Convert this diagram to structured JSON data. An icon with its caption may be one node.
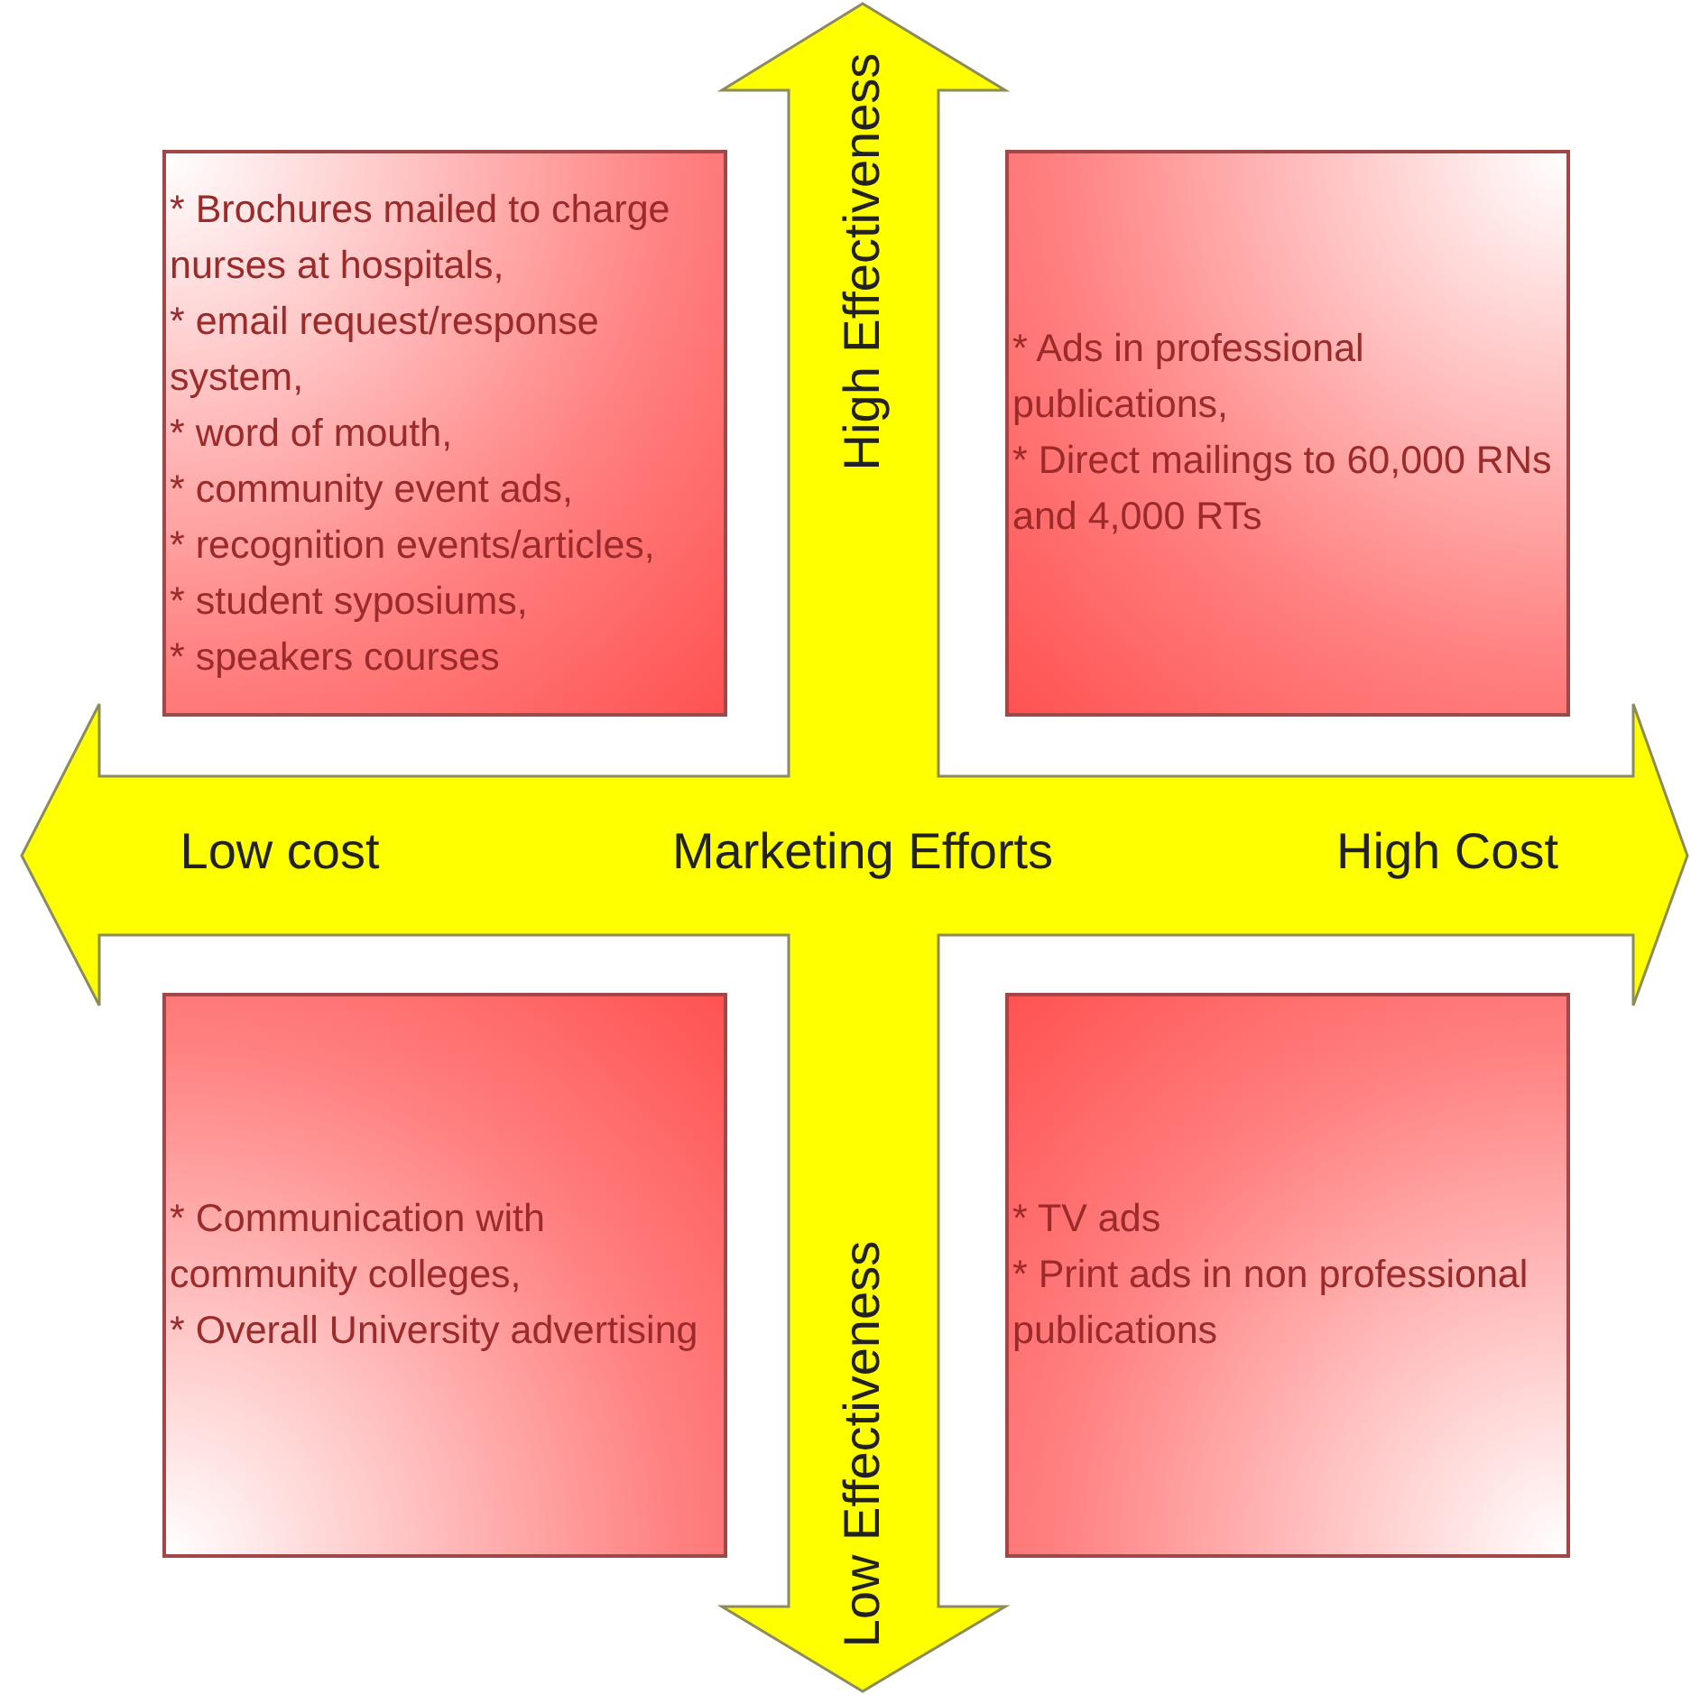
{
  "diagram": {
    "nodes": [
      {
        "text": [
          "* Brochures mailed to charge nurses at hospitals,",
          "* email request/response system,",
          "* word of mouth,",
          "* community event ads,",
          "* recognition events/articles,",
          "* student syposiums,",
          "* speakers courses"
        ]
      },
      {
        "text": [
          "* Ads in professional publications,",
          "* Direct mailings to 60,000 RNs and 4,000 RTs"
        ]
      },
      {
        "text": [
          "* Communication with community colleges,",
          "* Overall University advertising"
        ]
      },
      {
        "text": [
          "* TV ads",
          "* Print ads in non professional publications"
        ]
      }
    ],
    "labels": [
      "High Effectiveness",
      "Low cost",
      "Marketing Efforts",
      "High Cost",
      "Low Effectiveness"
    ]
  }
}
